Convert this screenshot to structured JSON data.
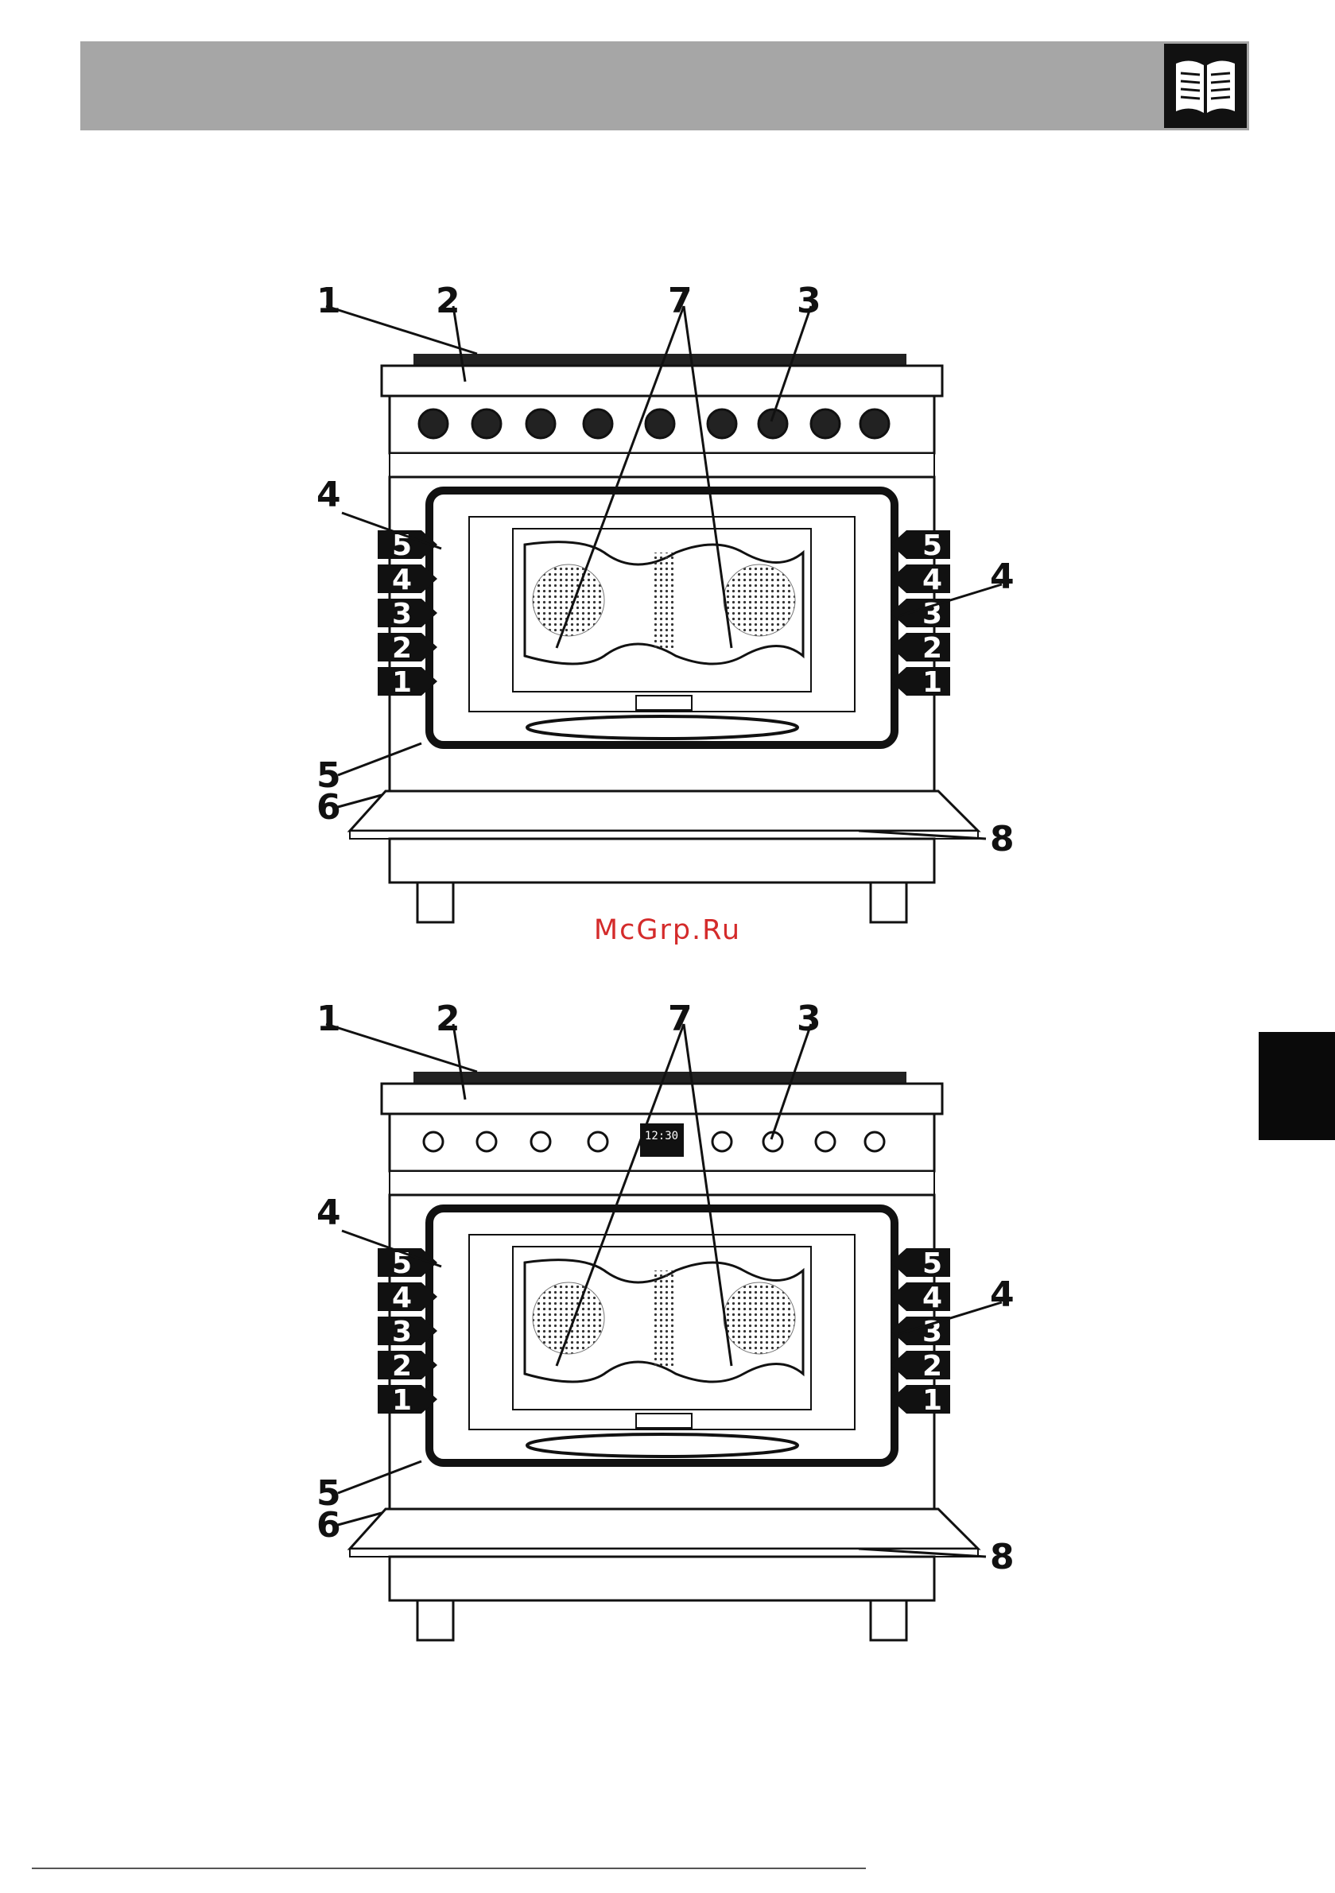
{
  "header": {
    "icon": "manual-book-icon",
    "color": "#a6a6a6"
  },
  "side_tab": {
    "color": "#0a0a0a"
  },
  "watermark": {
    "text": "McGrp.Ru",
    "color": "#d42b2b"
  },
  "figures": [
    {
      "id": "figure-top",
      "control_panel": "knobs",
      "callouts": {
        "c1": "1",
        "c2": "2",
        "c3": "3",
        "c4a": "4",
        "c4b": "4",
        "c5": "5",
        "c6": "6",
        "c7": "7",
        "c8": "8"
      },
      "shelves": [
        "5",
        "4",
        "3",
        "2",
        "1"
      ]
    },
    {
      "id": "figure-bottom",
      "control_panel": "knobs-with-clock",
      "display_time": "12:30",
      "callouts": {
        "c1": "1",
        "c2": "2",
        "c3": "3",
        "c4a": "4",
        "c4b": "4",
        "c5": "5",
        "c6": "6",
        "c7": "7",
        "c8": "8"
      },
      "shelves": [
        "5",
        "4",
        "3",
        "2",
        "1"
      ]
    }
  ]
}
